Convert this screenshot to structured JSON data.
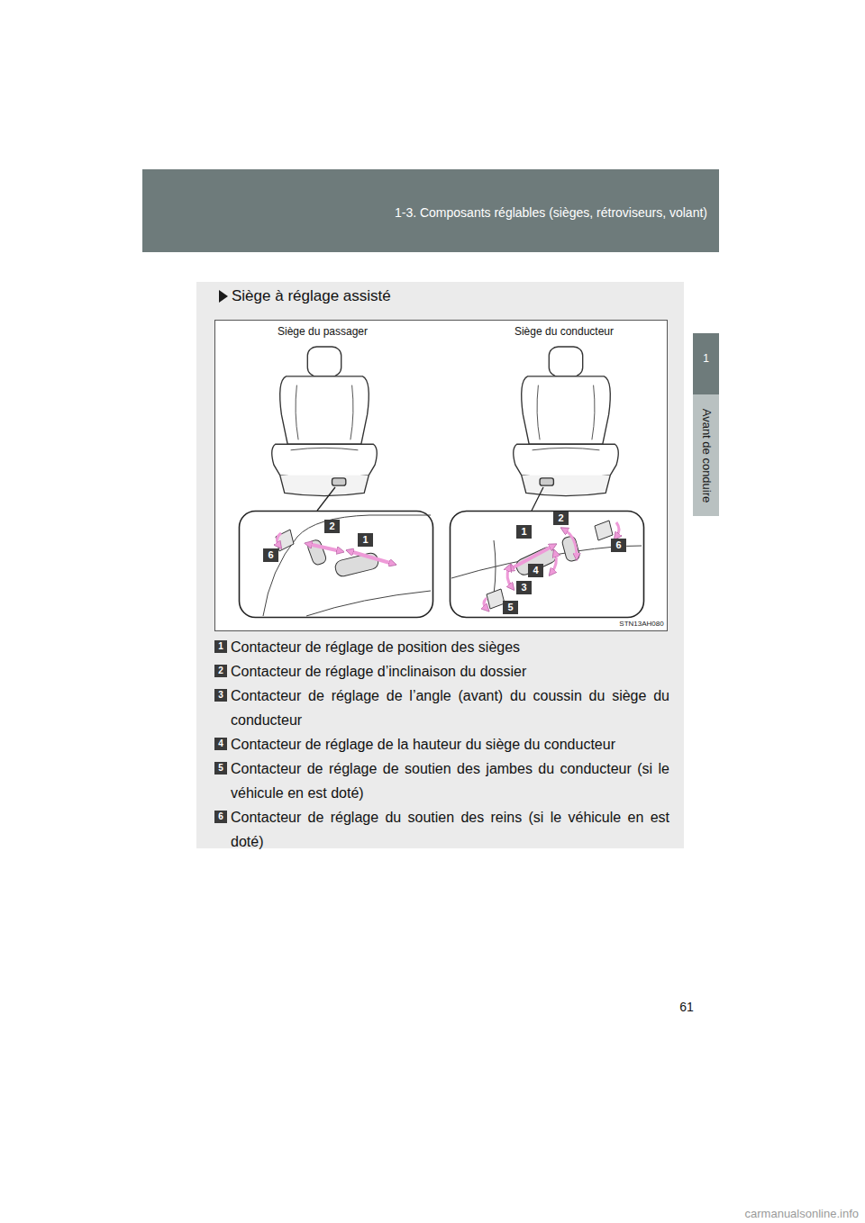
{
  "diagram": {
    "nodes": [
      {
        "text": [
          "1-3. Composants réglables (sièges, rétroviseurs, volant)"
        ]
      },
      {
        "text": [
          "1"
        ]
      },
      {
        "text": [
          "Avant de conduire"
        ]
      },
      {
        "text": [
          "Siège à réglage assisté"
        ]
      },
      {
        "text": [
          "2"
        ],
        "in": 3
      },
      {
        "text": [
          "1"
        ],
        "in": 3
      },
      {
        "text": [
          "6"
        ],
        "in": 3
      },
      {
        "text": [
          "2"
        ],
        "in": 3
      },
      {
        "text": [
          "1"
        ],
        "in": 3
      },
      {
        "text": [
          "6"
        ],
        "in": 3
      },
      {
        "text": [
          "4"
        ],
        "in": 3
      },
      {
        "text": [
          "3"
        ],
        "in": 3
      },
      {
        "text": [
          "5"
        ],
        "in": 3
      },
      {
        "text": [
          "1",
          "Contacteur de réglage de position des sièges"
        ],
        "in": 3
      },
      {
        "text": [
          "2",
          "Contacteur de réglage d’inclinaison du dossier"
        ],
        "in": 3
      },
      {
        "text": [
          "3",
          "Contacteur de réglage de l’angle (avant) du coussin du siège du conducteur"
        ],
        "in": 3
      },
      {
        "text": [
          "4",
          "Contacteur de réglage de la hauteur du siège du conducteur"
        ],
        "in": 3
      },
      {
        "text": [
          "5",
          "Contacteur de réglage de soutien des jambes du conducteur (si le véhicule en est doté)"
        ],
        "in": 3
      },
      {
        "text": [
          "6",
          "Contacteur de réglage du soutien des reins (si le véhicule en est doté)"
        ],
        "in": 3
      }
    ],
    "labels": [
      "Siège du passager",
      "Siège du conducteur",
      "STN13AH080",
      "61",
      "carmanualsonline.info"
    ]
  }
}
